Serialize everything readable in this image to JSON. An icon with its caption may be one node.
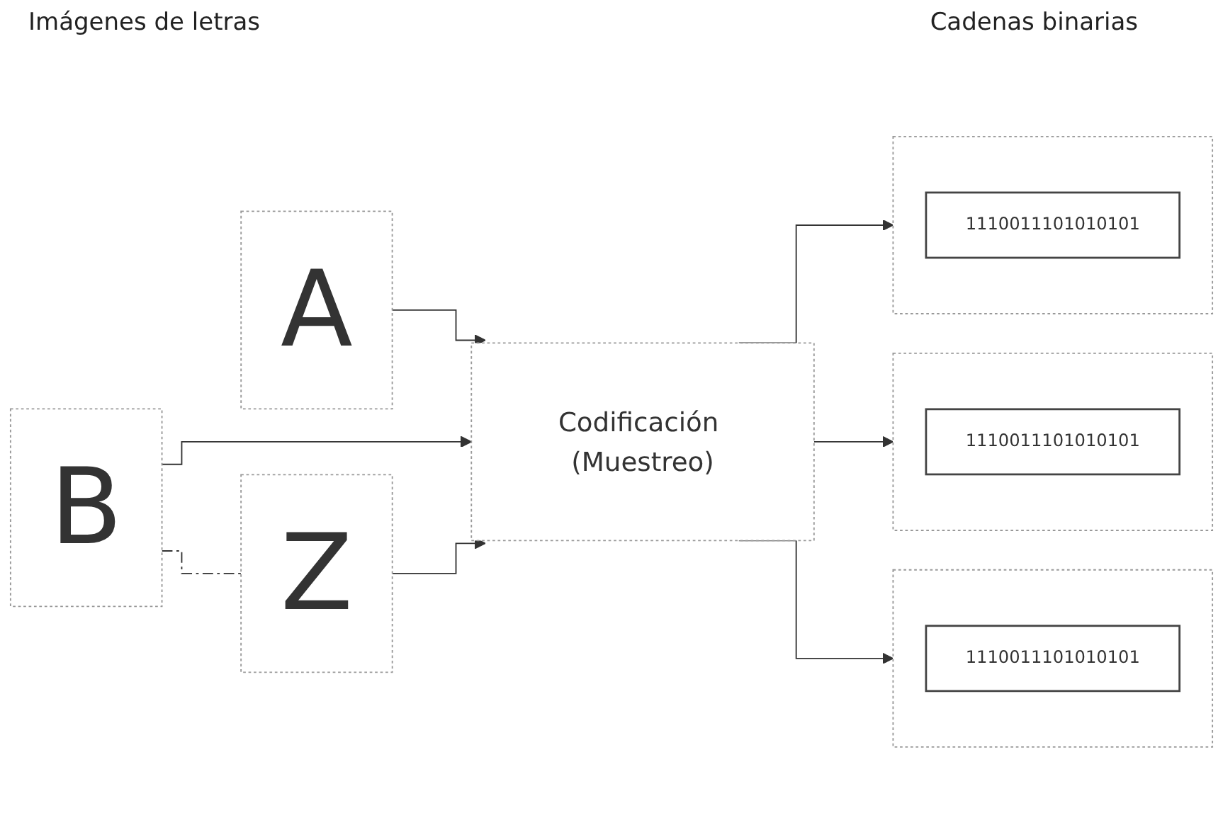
{
  "diagram": {
    "nodes": [
      {
        "text": [
          "A"
        ]
      },
      {
        "text": [
          "B"
        ]
      },
      {
        "text": [
          "Z"
        ]
      },
      {
        "text": [
          "Codificación (Muestreo)"
        ]
      },
      {
        "text": [],
        "shape": "box"
      },
      {
        "text": [
          "1110011101010101"
        ],
        "in": 4
      },
      {
        "text": [],
        "shape": "box"
      },
      {
        "text": [
          "1110011101010101"
        ],
        "in": 6
      },
      {
        "text": [],
        "shape": "box"
      },
      {
        "text": [
          "1110011101010101"
        ],
        "in": 8
      }
    ],
    "edges": [
      {
        "from": 0,
        "to": 3,
        "arrow": "to"
      },
      {
        "from": 1,
        "to": 3,
        "arrow": "to"
      },
      {
        "from": 2,
        "to": 3,
        "arrow": "to"
      },
      {
        "from": 1,
        "to": 2,
        "arrow": "none",
        "style": "dashed"
      },
      {
        "from": 3,
        "to": 4,
        "arrow": "to"
      },
      {
        "from": 3,
        "to": 6,
        "arrow": "to"
      },
      {
        "from": 3,
        "to": 8,
        "arrow": "to"
      }
    ],
    "labels": [
      "Imágenes de letras",
      "Cadenas binarias"
    ]
  }
}
